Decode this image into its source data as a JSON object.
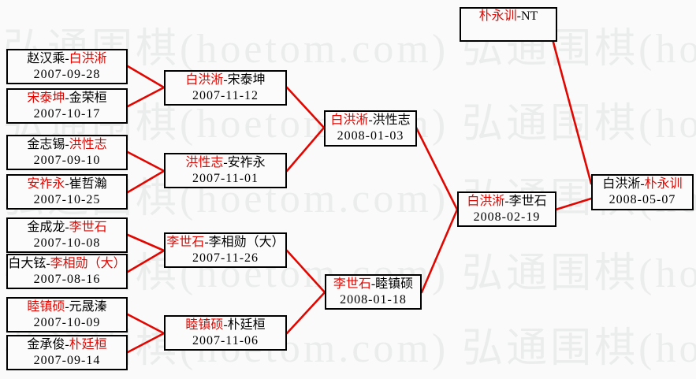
{
  "separator": "-",
  "watermark": {
    "text": "弘通围棋(hoetom.com) 弘通围棋(hoetom.com)",
    "color": "#ebedec"
  },
  "colors": {
    "winner_red": "#e10600",
    "player_black": "#000000",
    "connector_red": "#e10600",
    "box_border": "#000000",
    "background": "#fafafa"
  },
  "matches": {
    "m1": {
      "p1": "赵汉乘",
      "p2": "白洪淅",
      "winner": "p2",
      "date": "2007-09-28"
    },
    "m2": {
      "p1": "宋泰坤",
      "p2": "金荣桓",
      "winner": "p1",
      "date": "2007-10-17"
    },
    "m3": {
      "p1": "金志锡",
      "p2": "洪性志",
      "winner": "p2",
      "date": "2007-09-10"
    },
    "m4": {
      "p1": "安祚永",
      "p2": "崔哲瀚",
      "winner": "p1",
      "date": "2007-10-25"
    },
    "m5": {
      "p1": "金成龙",
      "p2": "李世石",
      "winner": "p2",
      "date": "2007-10-08"
    },
    "m6": {
      "p1": "白大铉",
      "p2": "李相勋（大）",
      "winner": "p2",
      "date": "2007-08-16"
    },
    "m7": {
      "p1": "睦镇硕",
      "p2": "元晟溱",
      "winner": "p1",
      "date": "2007-10-09"
    },
    "m8": {
      "p1": "金承俊",
      "p2": "朴廷桓",
      "winner": "p2",
      "date": "2007-09-14"
    },
    "m9": {
      "p1": "白洪淅",
      "p2": "宋泰坤",
      "winner": "p1",
      "date": "2007-11-12"
    },
    "m10": {
      "p1": "洪性志",
      "p2": "安祚永",
      "winner": "p1",
      "date": "2007-11-01"
    },
    "m11": {
      "p1": "李世石",
      "p2": "李相勋（大）",
      "winner": "p1",
      "date": "2007-11-26"
    },
    "m12": {
      "p1": "睦镇硕",
      "p2": "朴廷桓",
      "winner": "p1",
      "date": "2007-11-06"
    },
    "m13": {
      "p1": "白洪淅",
      "p2": "洪性志",
      "winner": "p1",
      "date": "2008-01-03"
    },
    "m14": {
      "p1": "李世石",
      "p2": "睦镇硕",
      "winner": "p1",
      "date": "2008-01-18"
    },
    "m15": {
      "p1": "白洪淅",
      "p2": "李世石",
      "winner": "p1",
      "date": "2008-02-19"
    },
    "m16": {
      "p1": "朴永训",
      "p2": "NT",
      "winner": "p1",
      "date": ""
    },
    "m17": {
      "p1": "白洪淅",
      "p2": "朴永训",
      "winner": "p2",
      "date": "2008-05-07"
    }
  }
}
